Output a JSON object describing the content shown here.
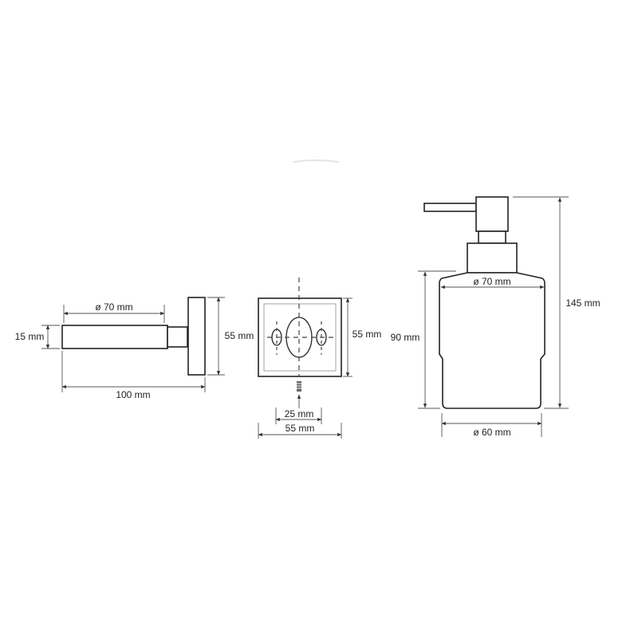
{
  "holder_side_view": {
    "diameter_label": "ø 70 mm",
    "rod_height_label": "15 mm",
    "length_label": "100 mm",
    "plate_height_label": "55 mm"
  },
  "wall_plate_view": {
    "height_label": "55 mm",
    "hole_spacing_label": "25 mm",
    "width_label": "55 mm"
  },
  "dispenser_view": {
    "top_diameter_label": "ø 70 mm",
    "body_height_label": "90 mm",
    "total_height_label": "145 mm",
    "bottom_diameter_label": "ø 60 mm"
  }
}
